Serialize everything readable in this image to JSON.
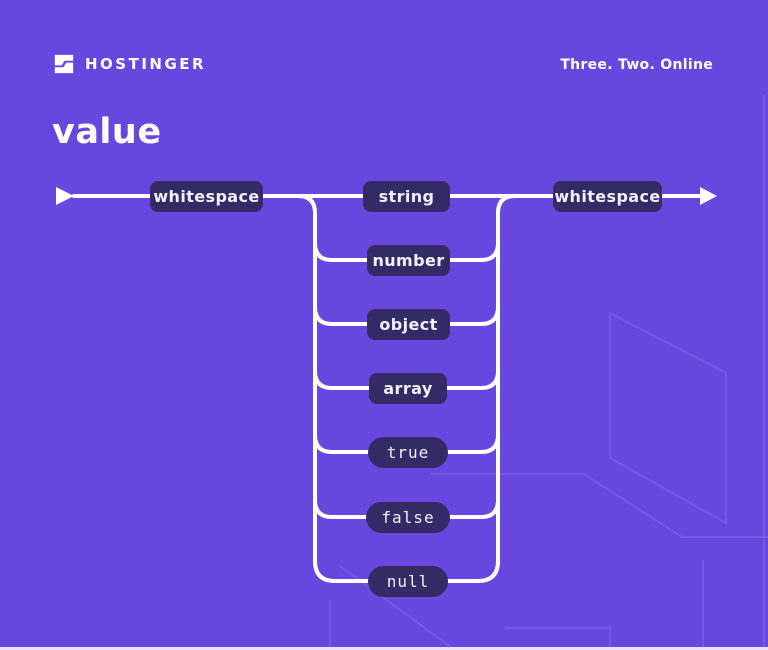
{
  "header": {
    "brand": "HOSTINGER",
    "tagline": "Three. Two. Online"
  },
  "title": "value",
  "diagram": {
    "type": "railroad-syntax-diagram",
    "rule_name": "value",
    "start_label": "whitespace",
    "end_label": "whitespace",
    "options": [
      {
        "label": "string",
        "terminal": false
      },
      {
        "label": "number",
        "terminal": false
      },
      {
        "label": "object",
        "terminal": false
      },
      {
        "label": "array",
        "terminal": false
      },
      {
        "label": "true",
        "terminal": true
      },
      {
        "label": "false",
        "terminal": true
      },
      {
        "label": "null",
        "terminal": true
      }
    ]
  },
  "colors": {
    "background": "#6847df",
    "node_fill": "#332a66",
    "line": "#ffffff",
    "text": "#ffffff"
  },
  "icons": {
    "logo": "hostinger-h-logo",
    "entry_arrow": "right-pointing-triangle",
    "exit_arrow": "right-pointing-triangle"
  }
}
